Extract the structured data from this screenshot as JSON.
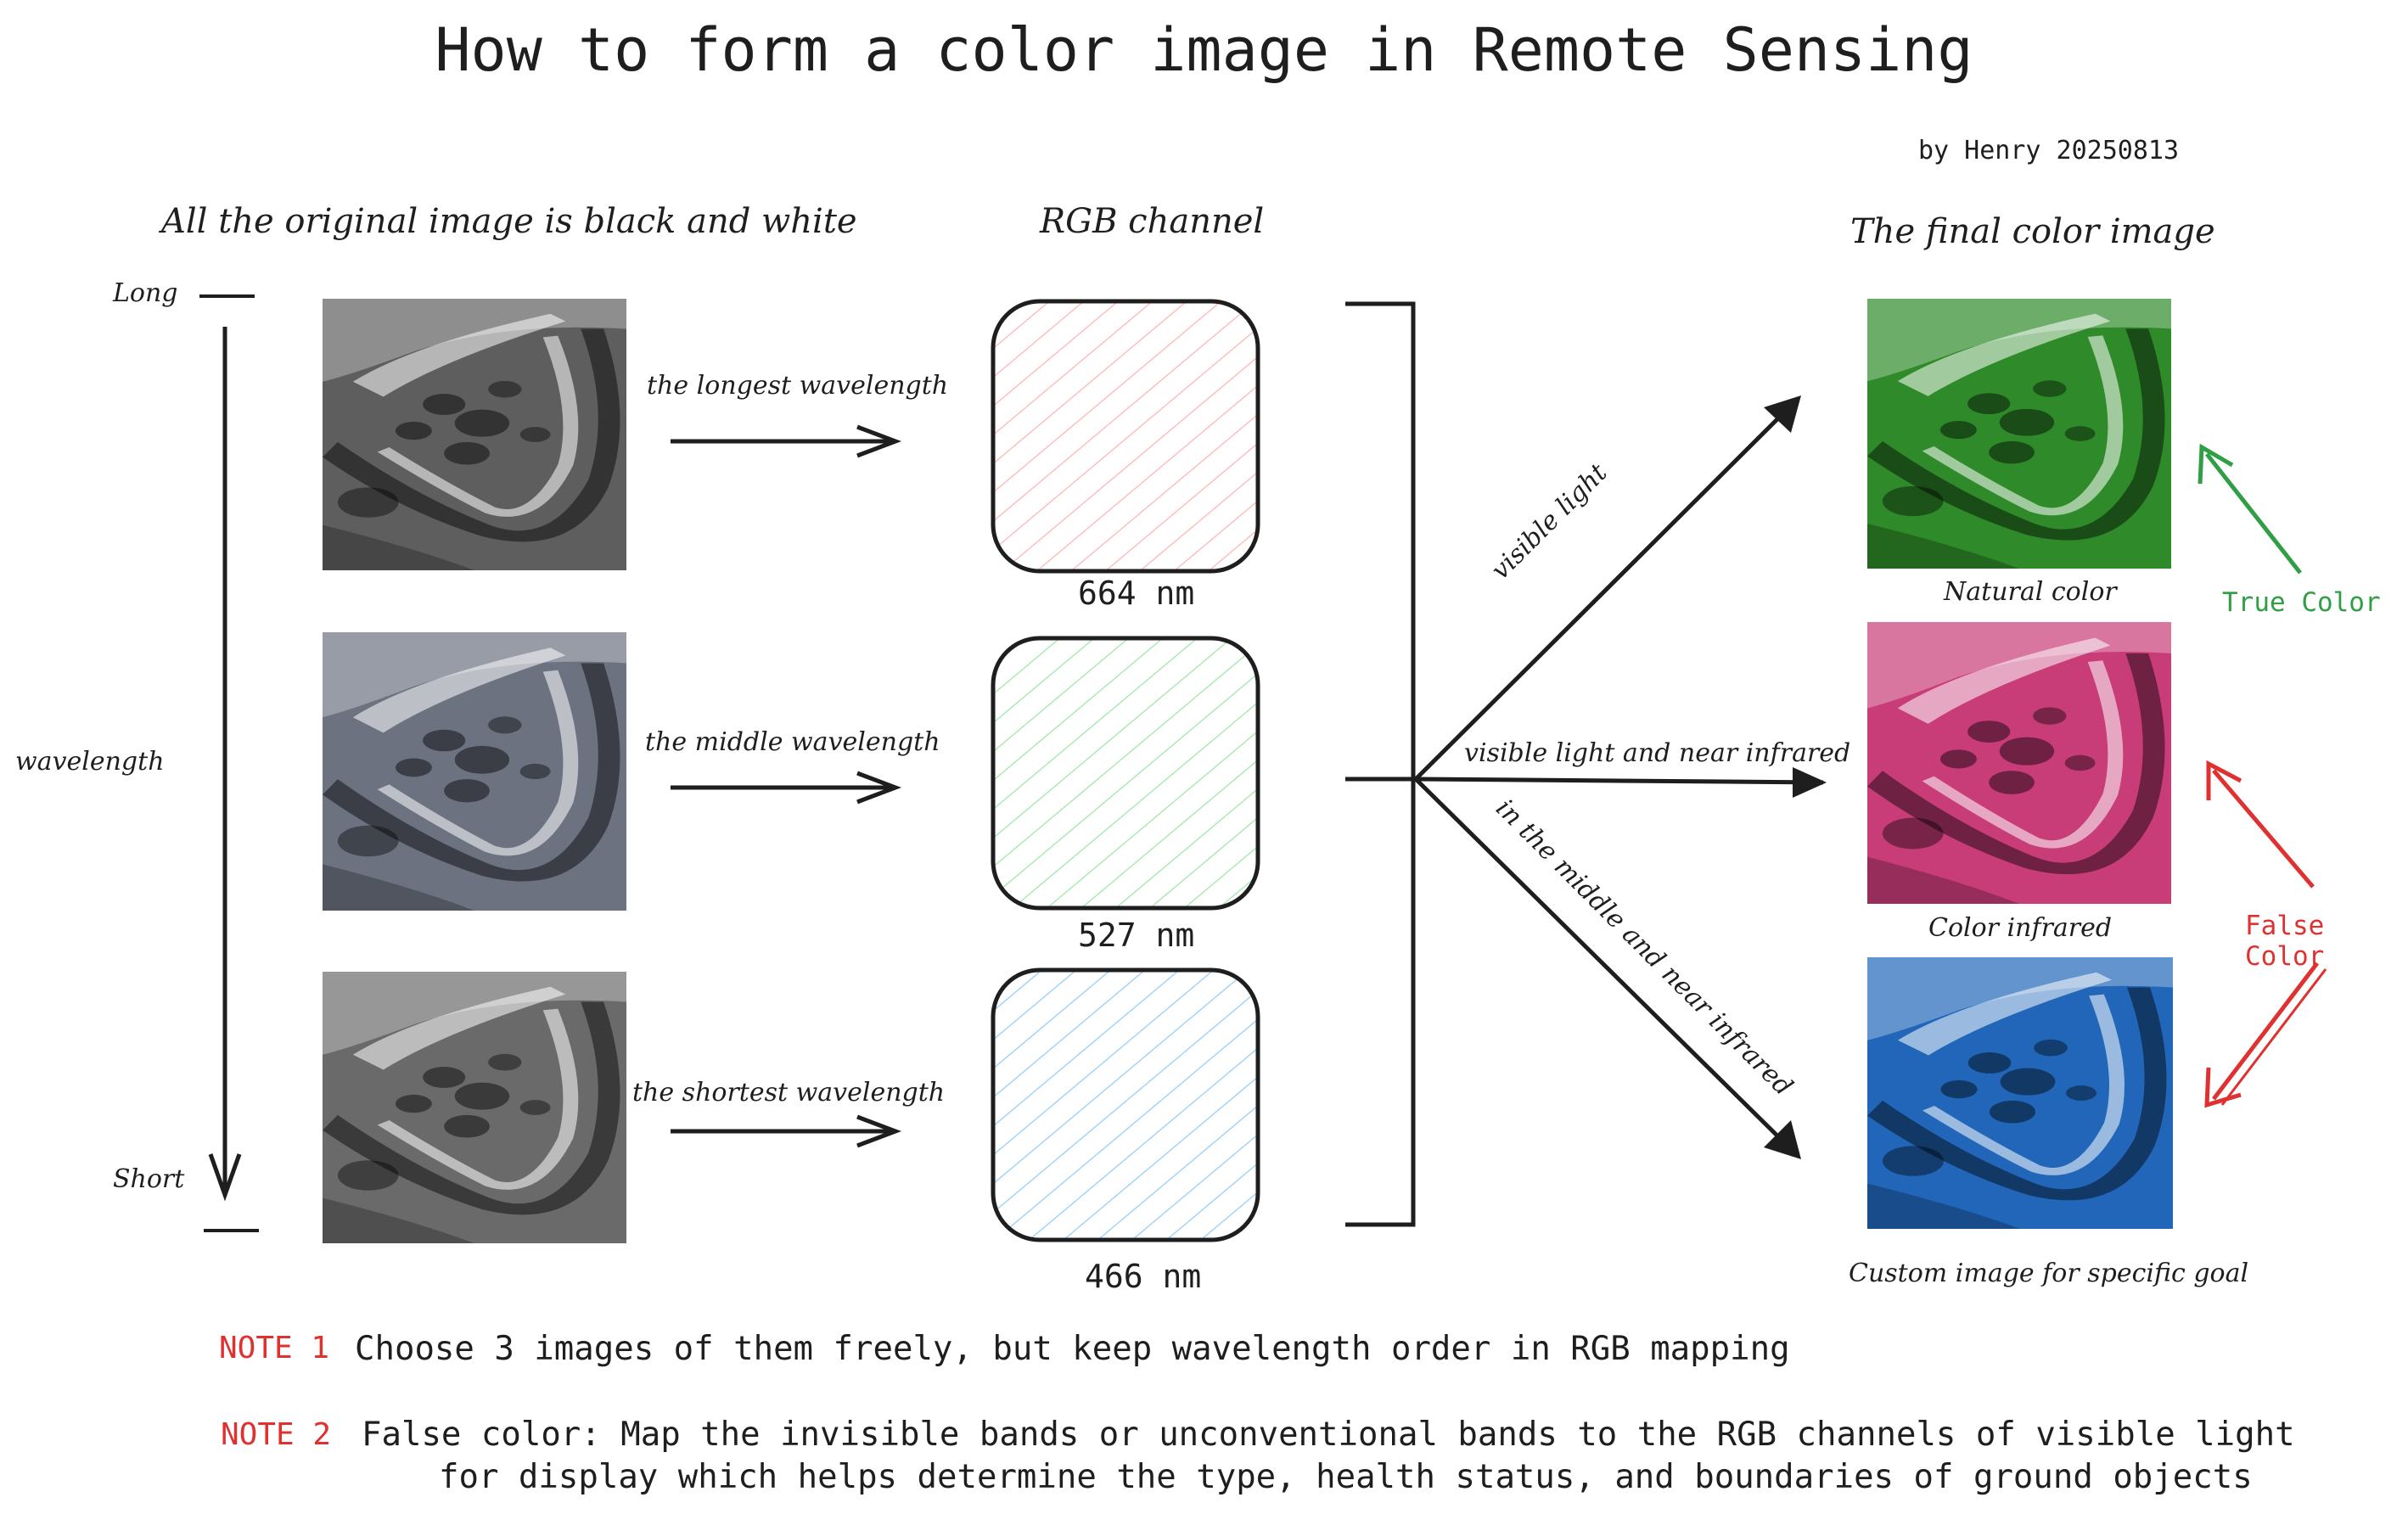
{
  "title": "How to form a color image in Remote Sensing",
  "byline": "by Henry 20250813",
  "columns": {
    "original": "All the original image is black and white",
    "rgb": "RGB channel",
    "final": "The final color image"
  },
  "axis": {
    "long": "Long",
    "short": "Short",
    "label": "wavelength"
  },
  "bands": [
    {
      "arrow_label": "the longest wavelength",
      "nm": "664 nm",
      "color": "#ffc9c9"
    },
    {
      "arrow_label": "the middle wavelength",
      "nm": "527 nm",
      "color": "#b2f2bb"
    },
    {
      "arrow_label": "the shortest wavelength",
      "nm": "466 nm",
      "color": "#a5d8ff"
    }
  ],
  "fan_labels": {
    "visible": "visible light",
    "vis_nir": "visible light and near infrared",
    "mid_nir": "in the middle and near infrared"
  },
  "outputs": [
    {
      "caption": "Natural color",
      "tint": "#2f8a2a"
    },
    {
      "caption": "Color infrared",
      "tint": "#c83c78"
    },
    {
      "caption": "Custom image for specific goal",
      "tint": "#2166b8"
    }
  ],
  "tags": {
    "true_color": "True Color",
    "false_color": "False Color"
  },
  "colors": {
    "true_color": "#2f9e44",
    "false_color": "#e03131"
  },
  "notes": [
    {
      "tag": "NOTE 1",
      "lines": [
        "Choose 3 images of them freely, but keep wavelength order in RGB mapping"
      ]
    },
    {
      "tag": "NOTE 2",
      "lines": [
        "False color: Map the invisible bands  or unconventional bands to the RGB channels of visible light",
        "for display which helps determine the type, health status, and boundaries of ground objects"
      ]
    }
  ]
}
